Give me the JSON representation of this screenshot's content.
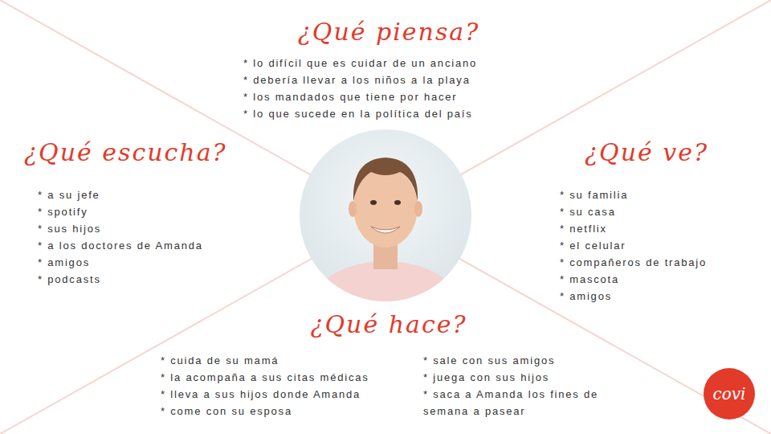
{
  "diagram": {
    "nodes": [
      {
        "text": [
          "covi"
        ]
      }
    ],
    "labels": [
      "¿Qué piensa?",
      "* lo difícil que es cuidar de un anciano",
      "* debería llevar a los niños a la playa",
      "* los mandados que tiene por hacer",
      "* lo que sucede en la política del país",
      "¿Qué escucha?",
      "* a su jefe",
      "* spotify",
      "* sus hijos",
      "* a los doctores de Amanda",
      "* amigos",
      "* podcasts",
      "¿Qué ve?",
      "* su familia",
      "* su casa",
      "* netflix",
      "* el celular",
      "* compañeros de trabajo",
      "* mascota",
      "* amigos",
      "¿Qué hace?",
      "* cuida de su mamá",
      "* la acompaña a sus citas médicas",
      "* lleva a sus hijos donde Amanda",
      "* come con su esposa",
      "* sale con sus amigos",
      "* juega con sus hijos",
      "* saca a Amanda los fines de semana a pasear"
    ]
  }
}
